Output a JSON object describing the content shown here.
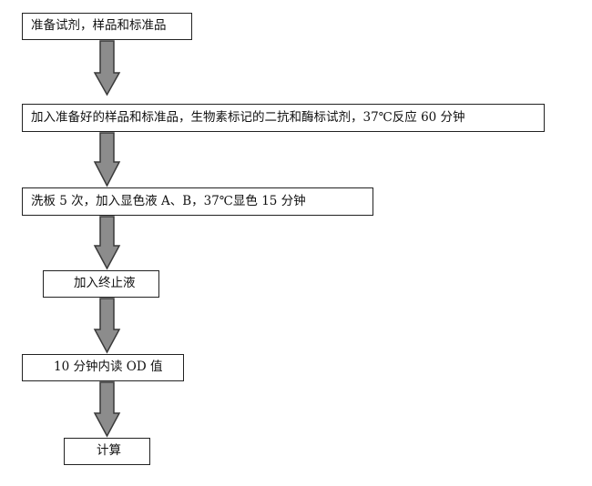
{
  "flowchart": {
    "steps": [
      {
        "label": "准备试剂，样品和标准品"
      },
      {
        "label": "加入准备好的样品和标准品，生物素标记的二抗和酶标试剂，37℃反应 60 分钟"
      },
      {
        "label": "洗板 5 次，加入显色液 A、B，37℃显色 15 分钟"
      },
      {
        "label": "加入终止液"
      },
      {
        "label": "10 分钟内读 OD 值"
      },
      {
        "label": "计算"
      }
    ]
  },
  "colors": {
    "arrow_fill": "#8c8c8c",
    "arrow_stroke": "#3a3a3a",
    "box_border": "#222222"
  }
}
